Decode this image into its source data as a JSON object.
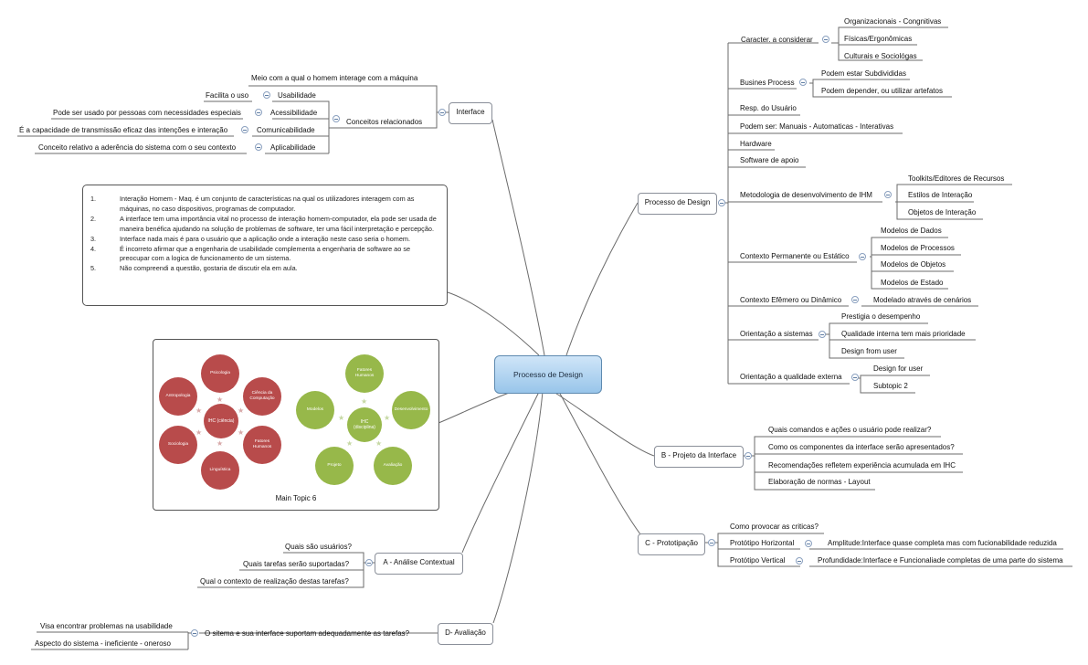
{
  "central": "Processo de Design",
  "left": {
    "interface": {
      "label": "Interface",
      "meio": "Meio com a qual o homem interage com a máquina",
      "conceitos": "Conceitos relacionados",
      "items": [
        {
          "label": "Usabilidade",
          "detail": "Facilita o uso"
        },
        {
          "label": "Acessibilidade",
          "detail": "Pode ser usado por pessoas com necessidades especiais"
        },
        {
          "label": "Comunicabilidade",
          "detail": "É a capacidade de transmissão eficaz das intenções e interação"
        },
        {
          "label": "Aplicabilidade",
          "detail": "Conceito relativo a aderência do sistema com o seu contexto"
        }
      ]
    },
    "notes": [
      {
        "num": "1.",
        "text": "Interação Homem - Maq. é um conjunto de características na qual os utilizadores interagem com as máquinas, no caso dispositivos, programas de computador."
      },
      {
        "num": "2.",
        "text": "A interface tem uma importância vital no processo de interação homem-computador, ela pode ser usada de maneira benéfica ajudando na solução de problemas de software, ter uma fácil  interpretação e percepção."
      },
      {
        "num": "3.",
        "text": "Interface nada mais é para o usuário que a aplicação onde a interação neste caso seria o homem."
      },
      {
        "num": "4.",
        "text": "É incorreto afirmar que a engenharia de usabilidade complementa a engenharia de software ao se preocupar com a logica de funcionamento de um sistema."
      },
      {
        "num": "5.",
        "text": "Não compreendi a questão, gostaria de discutir ela em aula."
      }
    ],
    "image_topic": {
      "caption": "Main Topic 6",
      "red_hub": "IHC (ciência)",
      "red": [
        "Psicologia",
        "Ciência da Computação",
        "Fatores Humanos",
        "Linguística",
        "Sociologia",
        "Antropologia"
      ],
      "green_hub": "IHC (disciplina)",
      "green": [
        "Fatores Humanos",
        "Desenvolvimento",
        "Avaliação",
        "Projeto",
        "Modelos"
      ]
    },
    "analise": {
      "label": "A - Análise Contextual",
      "items": [
        "Quais são usuários?",
        "Quais tarefas serão suportadas?",
        "Qual o contexto de realização destas tarefas?"
      ]
    },
    "avaliacao": {
      "label": "D- Avaliação",
      "question": "O sitema e sua interface suportam adequadamente as tarefas?",
      "items": [
        "Visa encontrar problemas na usabilidade",
        "Aspecto do sistema - ineficiente - oneroso"
      ]
    }
  },
  "right": {
    "processo": {
      "label": "Processo de Design",
      "caracter": {
        "label": "Caracter. a considerar",
        "items": [
          "Organizacionais - Congnitivas",
          "Físicas/Ergonômicas",
          "Culturais e Sociológas"
        ]
      },
      "busines": {
        "label": "Busines Process",
        "items": [
          "Podem estar Subdivididas",
          "Podem depender, ou utilizar artefatos"
        ]
      },
      "resp": "Resp. do Usuário",
      "podem": "Podem ser: Manuais - Automaticas - Interativas",
      "hardware": "Hardware",
      "software": "Software de apoio",
      "metodologia": {
        "label": "Metodologia de desenvolvimento de IHM",
        "items": [
          "Toolkits/Editores de Recursos",
          "Estilos de Interação",
          "Objetos de Interação"
        ]
      },
      "contexto_perm": {
        "label": "Contexto Permanente ou Estático",
        "items": [
          "Modelos de Dados",
          "Modelos de Processos",
          "Modelos de Objetos",
          "Modelos de Estado"
        ]
      },
      "contexto_ef": {
        "label": "Contexto Efêmero ou Dinâmico",
        "items": [
          "Modelado através de cenários"
        ]
      },
      "orient_sis": {
        "label": "Orientação a sistemas",
        "items": [
          "Prestigia o desempenho",
          "Qualidade interna tem mais prioridade",
          "Design from user"
        ]
      },
      "orient_qual": {
        "label": "Orientação a qualidade externa",
        "items": [
          "Design for user",
          "Subtopic 2"
        ]
      }
    },
    "projeto": {
      "label": "B - Projeto da Interface",
      "items": [
        "Quais comandos e ações o usuário pode realizar?",
        "Como os componentes da interface serão apresentados?",
        "Recomendações refletem experiência acumulada em IHC",
        "Elaboração de normas - Layout"
      ]
    },
    "prototipacao": {
      "label": "C - Prototipação",
      "criticas": "Como provocar as criticas?",
      "horizontal": {
        "label": "Protótipo Horizontal",
        "detail": "Amplitude:Interface quase completa mas com fucionabilidade reduzida"
      },
      "vertical": {
        "label": "Protótipo Vertical",
        "detail": "Profundidade:Interface e Funcionaliade completas de uma parte do sistema"
      }
    }
  },
  "colors": {
    "line": "#5a5a5a",
    "collapse": "#8aa0bf",
    "central_fill": "#a9d1f1",
    "red_node": "#b84b4b",
    "green_node": "#97b84a"
  }
}
